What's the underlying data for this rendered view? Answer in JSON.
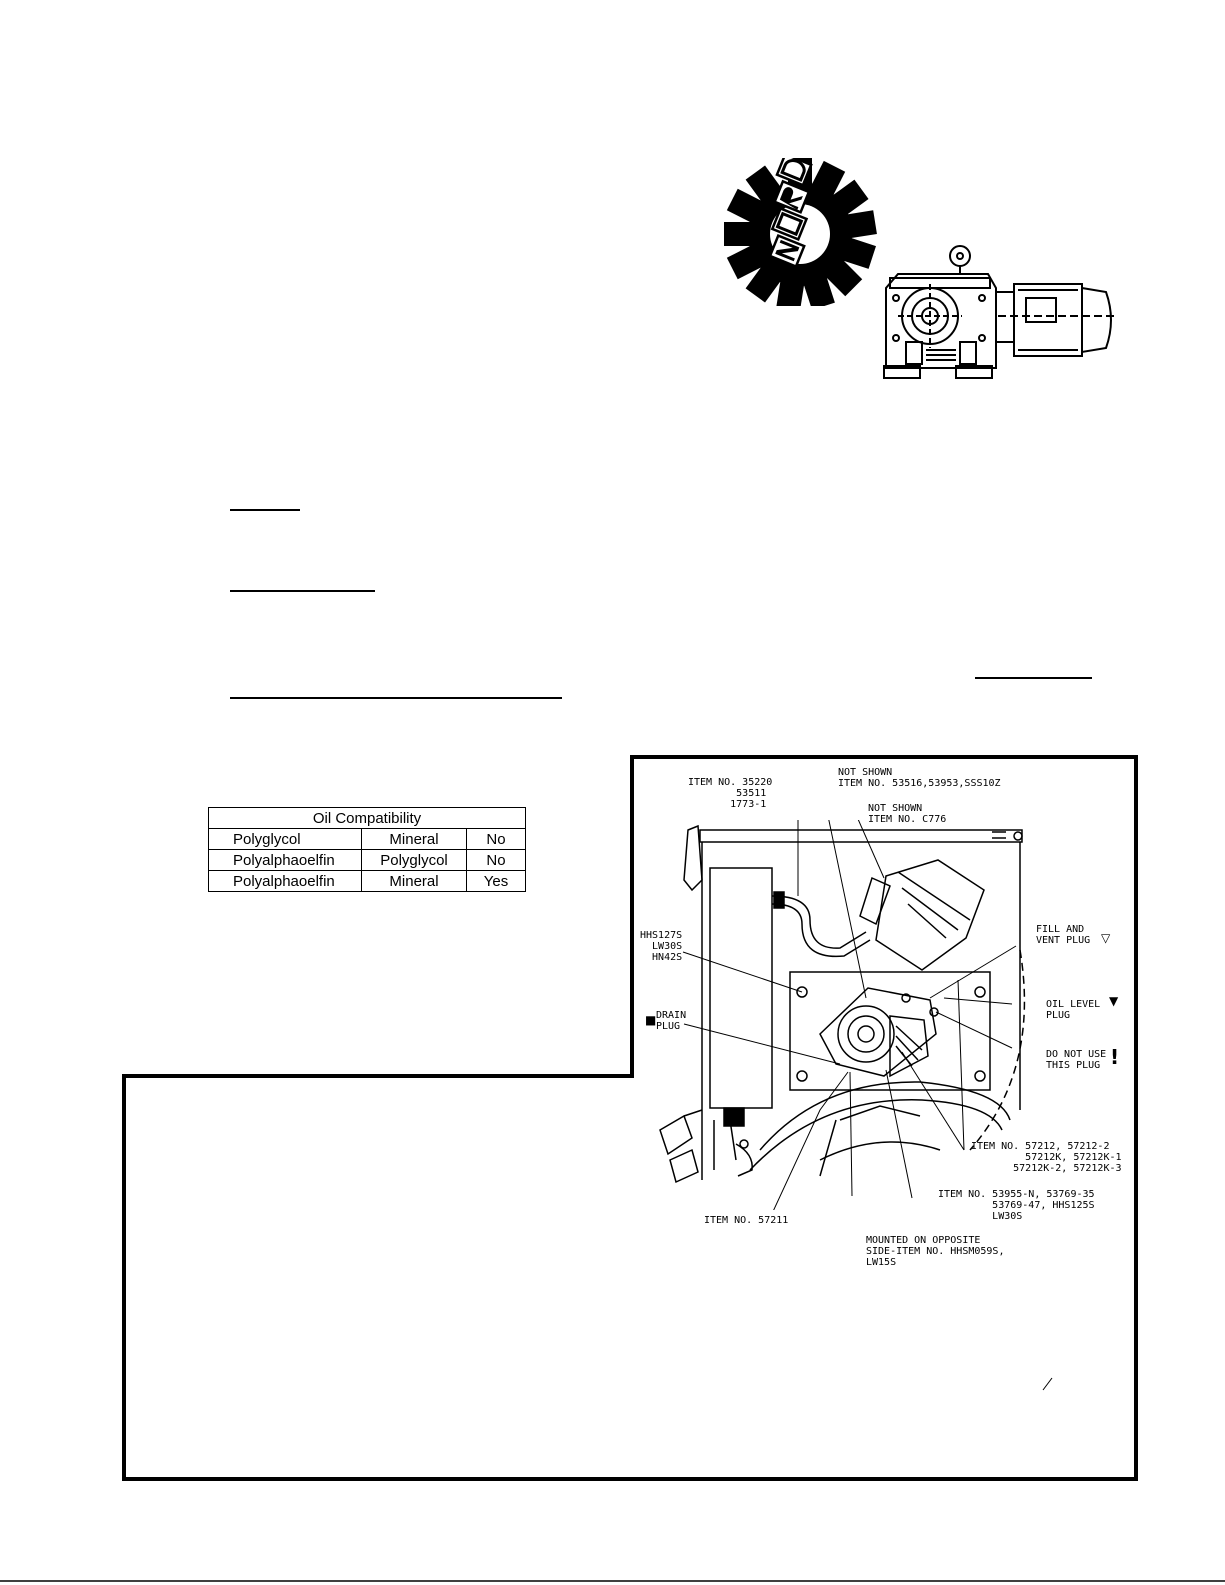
{
  "logo": {
    "brand_text": "NORD"
  },
  "oil_table": {
    "title": "Oil Compatibility",
    "rows": [
      [
        "Polyglycol",
        "Mineral",
        "No"
      ],
      [
        "Polyalphaoelfin",
        "Polyglycol",
        "No"
      ],
      [
        "Polyalphaoelfin",
        "Mineral",
        "Yes"
      ]
    ]
  },
  "diagram": {
    "labels": {
      "item_35220": "ITEM NO. 35220\n        53511\n       1773-1",
      "not_shown_1": "NOT SHOWN\nITEM NO. 53516,53953,SSS10Z",
      "not_shown_2": "NOT SHOWN\nITEM NO. C776",
      "fill_vent": "FILL AND\nVENT PLUG",
      "hhs127s": "HHS127S\n  LW30S\n  HN42S",
      "drain_plug": "DRAIN\nPLUG",
      "oil_level": "OIL LEVEL\nPLUG",
      "do_not_use": "DO NOT USE\nTHIS PLUG",
      "item_57212": "ITEM NO. 57212, 57212-2\n         57212K, 57212K-1\n       57212K-2, 57212K-3",
      "item_53955": "ITEM NO. 53955-N, 53769-35\n         53769-47, HHS125S\n         LW30S",
      "item_57211": "ITEM NO. 57211",
      "mounted": "MOUNTED ON OPPOSITE\nSIDE-ITEM NO. HHSM059S,\nLW15S"
    },
    "symbols": {
      "fill_vent": "▽",
      "oil_level": "▼",
      "drain_plug": "■",
      "do_not_use": "!"
    }
  },
  "colors": {
    "ink": "#000000",
    "paper": "#ffffff"
  }
}
